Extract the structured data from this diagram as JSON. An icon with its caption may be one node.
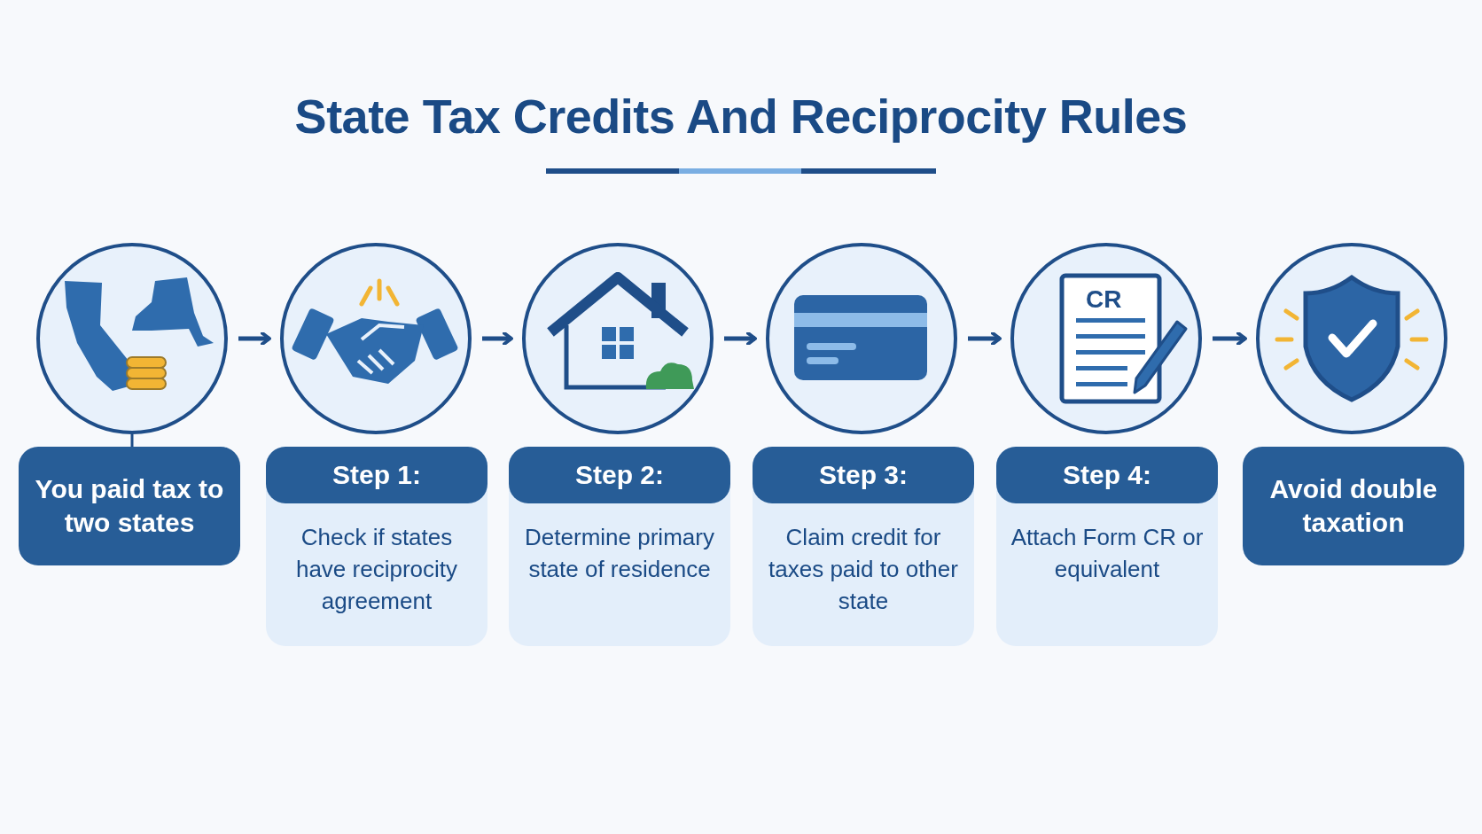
{
  "diagram": {
    "title": "State Tax Credits And Reciprocity Rules",
    "nodes": [
      {
        "text": [],
        "shape": "circle"
      },
      {
        "text": [],
        "shape": "circle"
      },
      {
        "text": [],
        "shape": "circle"
      },
      {
        "text": [],
        "shape": "circle"
      },
      {
        "text": [],
        "shape": "circle"
      },
      {
        "text": [],
        "shape": "circle"
      },
      {
        "text": [
          "You paid tax to two states"
        ]
      },
      {
        "text": [
          "Step 1:",
          "Check if states have reciprocity agreement"
        ]
      },
      {
        "text": [
          "Step 2:",
          "Determine primary state of residence"
        ]
      },
      {
        "text": [
          "Step 3:",
          "Claim credit for taxes paid to other state"
        ]
      },
      {
        "text": [
          "Step 4:",
          "Attach Form CR or equivalent"
        ]
      },
      {
        "text": [
          "Avoid double taxation"
        ]
      }
    ],
    "edges": [
      {
        "from": 0,
        "to": 1,
        "arrow": "to"
      },
      {
        "from": 1,
        "to": 2,
        "arrow": "to"
      },
      {
        "from": 2,
        "to": 3,
        "arrow": "to"
      },
      {
        "from": 3,
        "to": 4,
        "arrow": "to"
      },
      {
        "from": 4,
        "to": 5,
        "arrow": "to"
      },
      {
        "from": 0,
        "to": 6,
        "arrow": "none"
      }
    ],
    "labels": [
      "CR"
    ]
  }
}
